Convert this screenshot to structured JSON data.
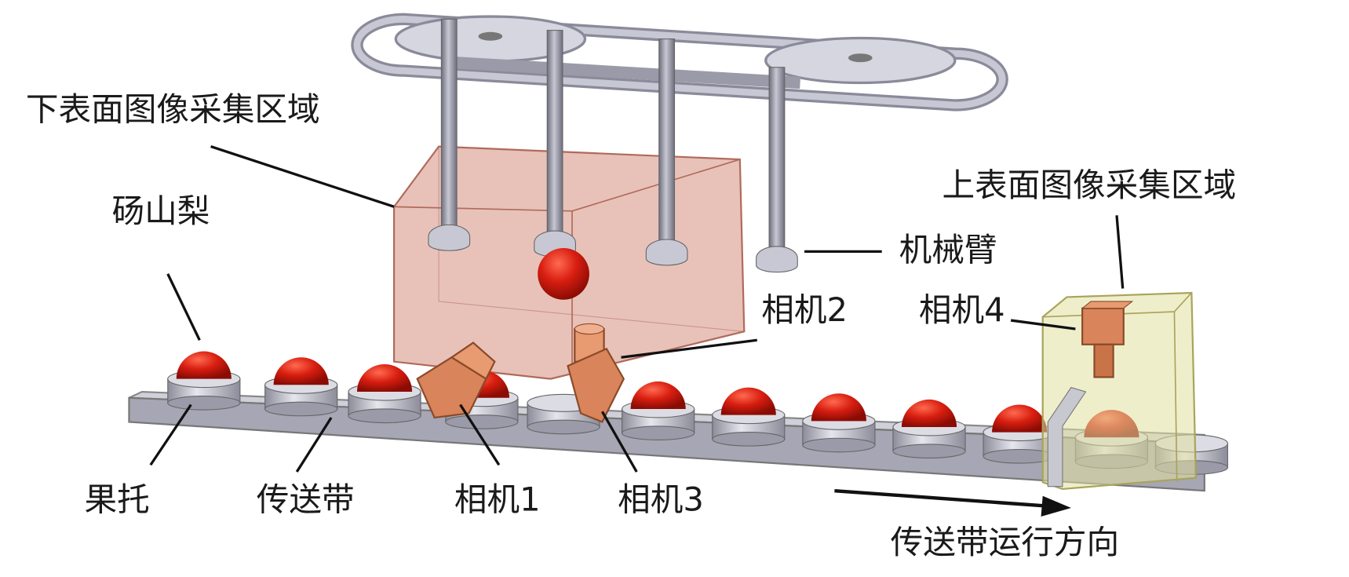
{
  "labels": {
    "lower_surface_area": "下表面图像采集区域",
    "upper_surface_area": "上表面图像采集区域",
    "pear": "砀山梨",
    "robot_arm": "机械臂",
    "camera1": "相机1",
    "camera2": "相机2",
    "camera3": "相机3",
    "camera4": "相机4",
    "fruit_tray": "果托",
    "conveyor_belt": "传送带",
    "conveyor_direction": "传送带运行方向"
  },
  "colors": {
    "fruit": "#d81e10",
    "lower_area_box": "#d99a8a",
    "upper_area_box": "#e2e0a0",
    "camera": "#d9845a",
    "metal": "#9a9aa8"
  }
}
